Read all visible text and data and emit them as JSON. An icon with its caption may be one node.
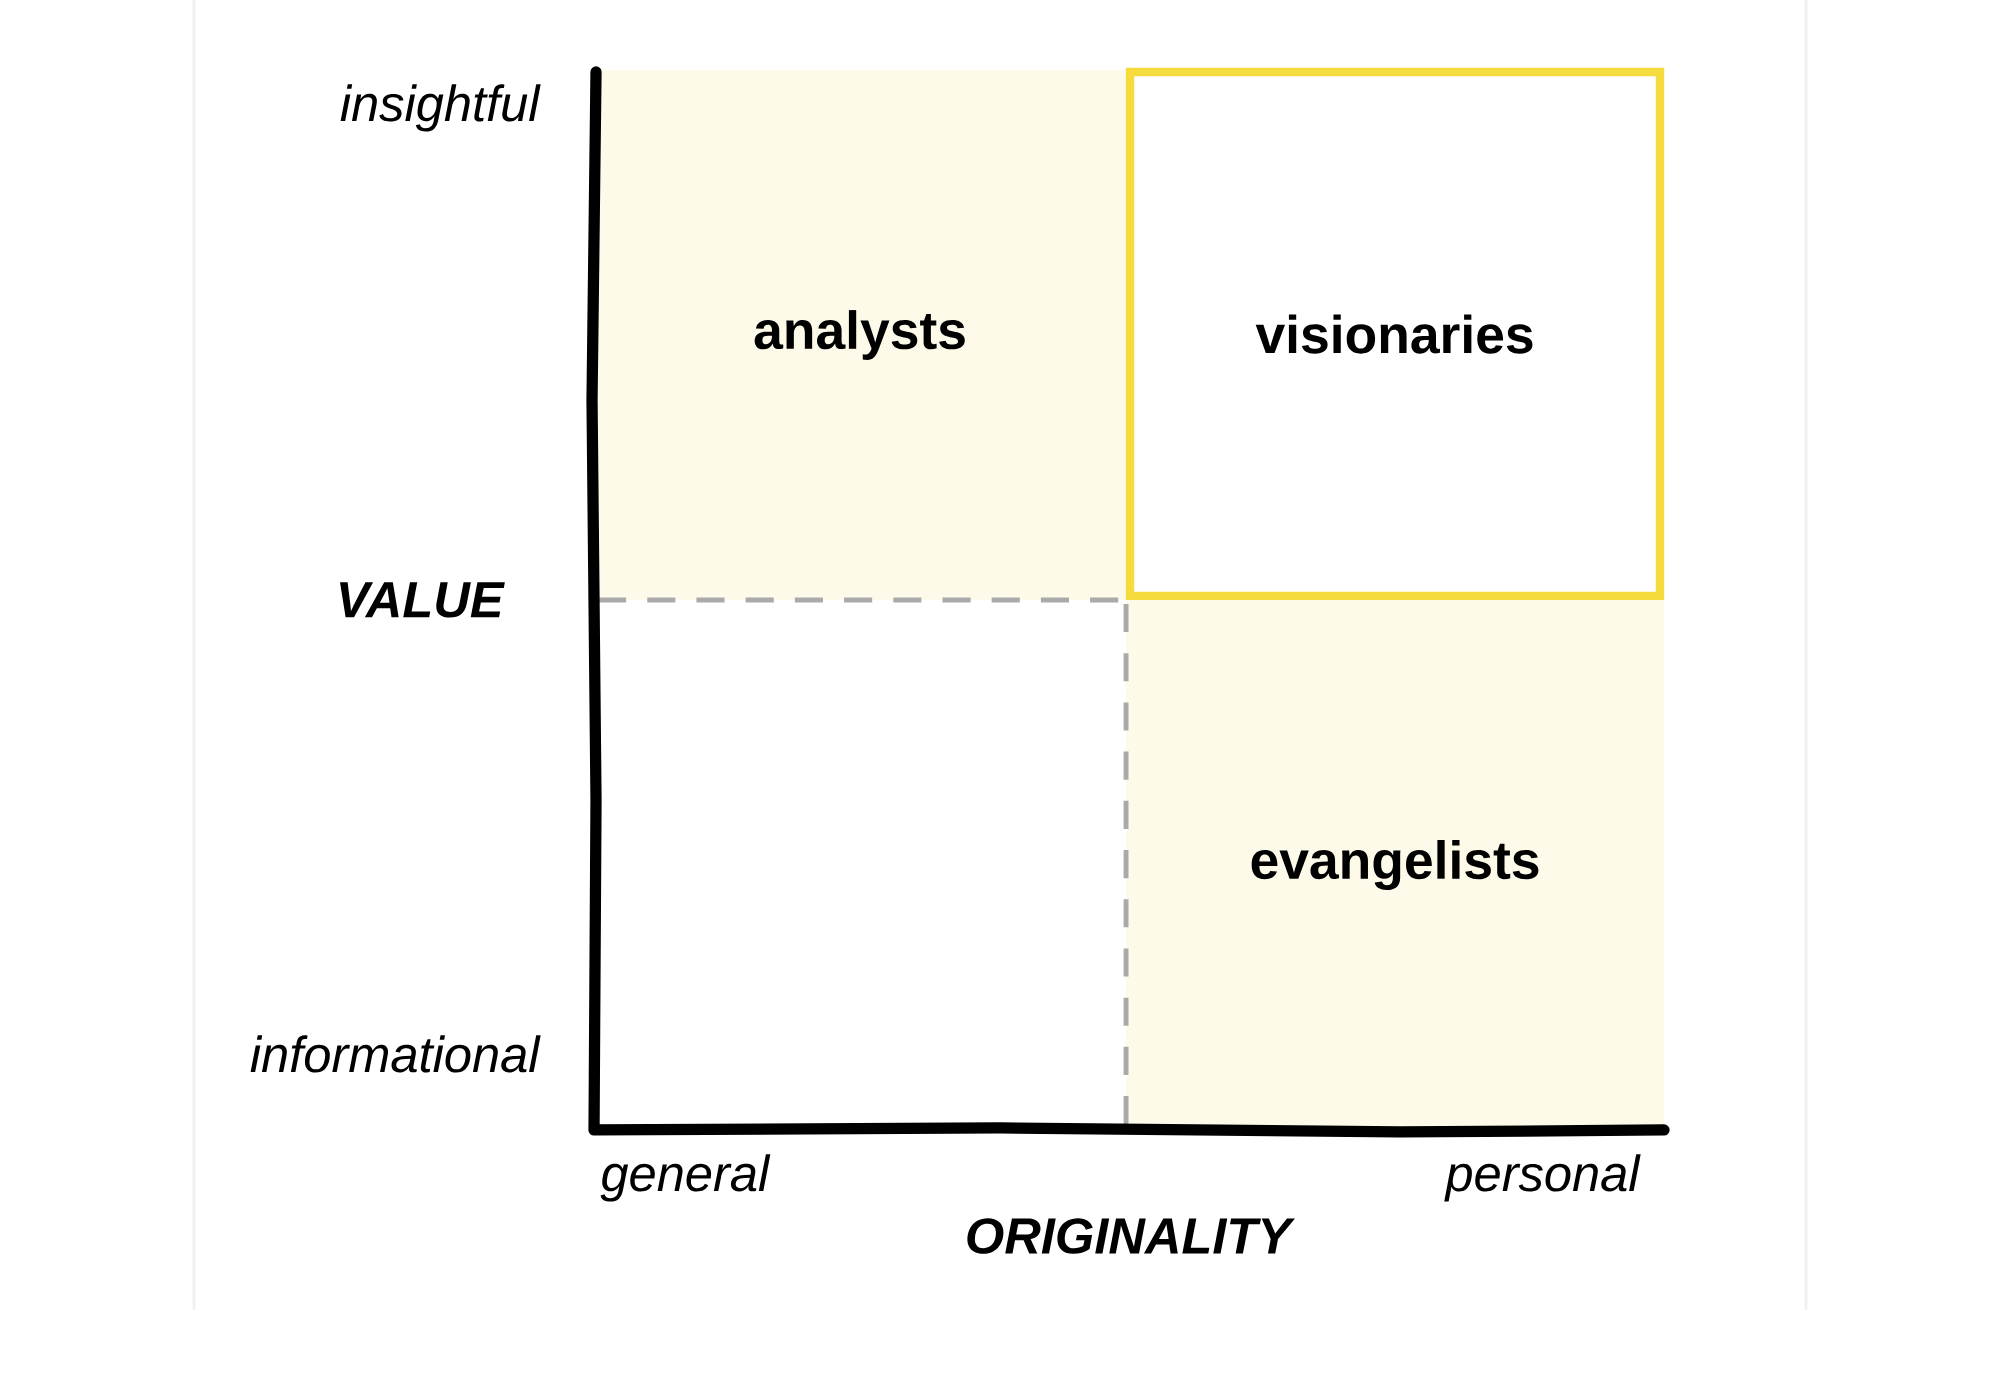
{
  "diagram": {
    "nodes": [
      {
        "text": [
          "analysts"
        ]
      },
      {
        "text": [
          "visionaries"
        ]
      },
      {
        "text": [
          "evangelists"
        ]
      }
    ],
    "labels": [
      "insightful",
      "VALUE",
      "informational",
      "general",
      "ORIGINALITY",
      "personal"
    ]
  }
}
